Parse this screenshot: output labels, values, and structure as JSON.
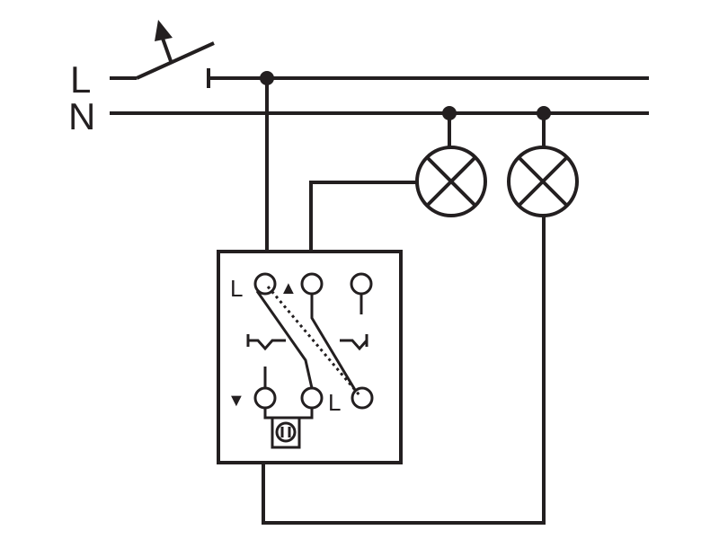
{
  "labels": {
    "line": "L",
    "neutral": "N",
    "switch_terminal_top": "L",
    "switch_terminal_bottom": "L",
    "arrow_up": "▲",
    "arrow_down": "▼"
  },
  "colors": {
    "stroke": "#231f20",
    "background": "#ffffff"
  }
}
